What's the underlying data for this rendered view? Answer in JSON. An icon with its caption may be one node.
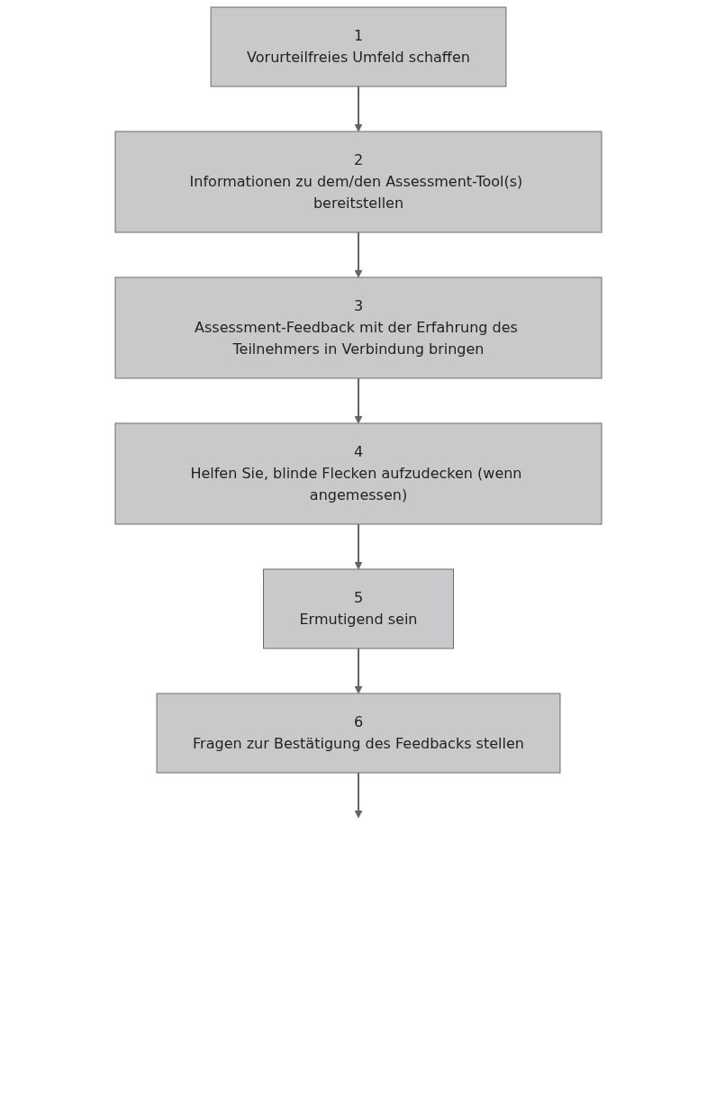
{
  "diagram": {
    "nodes": [
      {
        "text": [
          "1",
          "Vorurteilfreies Umfeld schaffen"
        ]
      },
      {
        "text": [
          "2",
          "Informationen zu dem/den Assessment-Tool(s) bereitstellen"
        ]
      },
      {
        "text": [
          "3",
          "Assessment-Feedback mit der Erfahrung des Teilnehmers in Verbindung bringen"
        ]
      },
      {
        "text": [
          "4",
          "Helfen Sie, blinde Flecken aufzudecken (wenn angemessen)"
        ]
      },
      {
        "text": [
          "5",
          "Ermutigend sein"
        ]
      },
      {
        "text": [
          "6",
          "Fragen zur Bestätigung des Feedbacks stellen"
        ]
      }
    ],
    "edges": [
      {
        "from": 0,
        "to": 1,
        "arrow": "to"
      },
      {
        "from": 1,
        "to": 2,
        "arrow": "to"
      },
      {
        "from": 2,
        "to": 3,
        "arrow": "to"
      },
      {
        "from": 3,
        "to": 4,
        "arrow": "to"
      },
      {
        "from": 4,
        "to": 5,
        "arrow": "to"
      },
      {
        "from": 5,
        "to": null,
        "arrow": "to"
      }
    ]
  }
}
